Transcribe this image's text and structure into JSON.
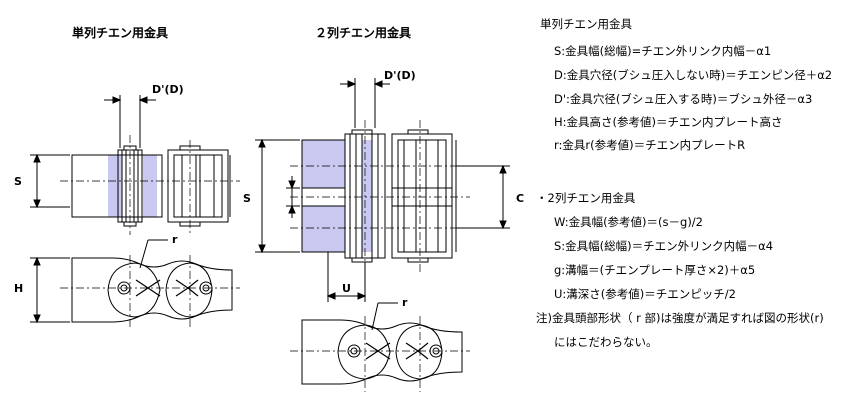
{
  "titles": {
    "single": "単列チエン用金具",
    "double": "２列チエン用金具"
  },
  "labels": {
    "d_prime_single": "D'(D)",
    "d_prime_double": "D'(D)",
    "s_single": "S",
    "h_single": "H",
    "r_single": "r",
    "s_double": "S",
    "c_double": "C",
    "u_double": "U",
    "r_double": "r"
  },
  "colors": {
    "plate_fill": "#c8c8f0",
    "line": "#000000"
  },
  "notes": {
    "single_heading": "単列チエン用金具",
    "single_items": [
      "S:金具幅(総幅)=チエン外リンク内幅－α1",
      "D:金具穴径(ブシュ圧入しない時)＝チエンピン径＋α2",
      "D':金具穴径(ブシュ圧入する時)＝ブシュ外径－α3",
      "H:金具高さ(参考値)＝チエン内プレート高さ",
      "r:金具r(参考値)＝チエン内プレートR"
    ],
    "double_heading": "・2列チエン用金具",
    "double_items": [
      "W:金具幅(参考値)＝(s－g)/2",
      "S:金具幅(総幅)＝チエン外リンク内幅－α4",
      "g:溝幅＝(チエンプレート厚さ×2)＋α5",
      "U:溝深さ(参考値)＝チエンピッチ/2"
    ],
    "footnote_line1": "注)金具頭部形状（ r 部)は強度が満足すれば図の形状(r)",
    "footnote_line2": "にはこだわらない。"
  }
}
